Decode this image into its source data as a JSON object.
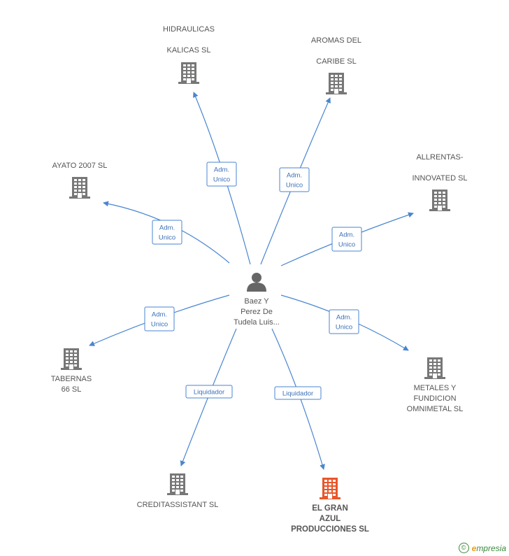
{
  "center": {
    "label_lines": [
      "Baez Y",
      "Perez De",
      "Tudela Luis..."
    ],
    "icon": "person-icon"
  },
  "companies": [
    {
      "id": "hidraulicas",
      "label_lines": [
        "HIDRAULICAS",
        "KALICAS SL"
      ],
      "icon": "building-icon",
      "color": "#777777",
      "highlight": false
    },
    {
      "id": "aromas",
      "label_lines": [
        "AROMAS DEL",
        "CARIBE SL"
      ],
      "icon": "building-icon",
      "color": "#777777",
      "highlight": false
    },
    {
      "id": "ayato",
      "label_lines": [
        "AYATO 2007 SL"
      ],
      "icon": "building-icon",
      "color": "#777777",
      "highlight": false
    },
    {
      "id": "allrentas",
      "label_lines": [
        "ALLRENTAS-",
        "INNOVATED SL"
      ],
      "icon": "building-icon",
      "color": "#777777",
      "highlight": false
    },
    {
      "id": "tabernas",
      "label_lines": [
        "TABERNAS",
        "66 SL"
      ],
      "icon": "building-icon",
      "color": "#777777",
      "highlight": false
    },
    {
      "id": "metales",
      "label_lines": [
        "METALES Y",
        "FUNDICION",
        "OMNIMETAL SL"
      ],
      "icon": "building-icon",
      "color": "#777777",
      "highlight": false
    },
    {
      "id": "creditassistant",
      "label_lines": [
        "CREDITASSISTANT SL"
      ],
      "icon": "building-icon",
      "color": "#777777",
      "highlight": false
    },
    {
      "id": "elgranazul",
      "label_lines": [
        "EL GRAN",
        "AZUL",
        "PRODUCCIONES SL"
      ],
      "icon": "building-icon",
      "color": "#e8562a",
      "highlight": true
    }
  ],
  "edges": [
    {
      "to": "hidraulicas",
      "label_lines": [
        "Adm.",
        "Unico"
      ]
    },
    {
      "to": "aromas",
      "label_lines": [
        "Adm.",
        "Unico"
      ]
    },
    {
      "to": "ayato",
      "label_lines": [
        "Adm.",
        "Unico"
      ]
    },
    {
      "to": "allrentas",
      "label_lines": [
        "Adm.",
        "Unico"
      ]
    },
    {
      "to": "tabernas",
      "label_lines": [
        "Adm.",
        "Unico"
      ]
    },
    {
      "to": "metales",
      "label_lines": [
        "Adm.",
        "Unico"
      ]
    },
    {
      "to": "creditassistant",
      "label_lines": [
        "Liquidador"
      ]
    },
    {
      "to": "elgranazul",
      "label_lines": [
        "Liquidador"
      ]
    }
  ],
  "footer": {
    "copyright_symbol": "©",
    "brand_initial": "e",
    "brand_rest": "mpresia"
  },
  "colors": {
    "edge": "#4a86d0",
    "node": "#777777",
    "highlight": "#e8562a"
  }
}
